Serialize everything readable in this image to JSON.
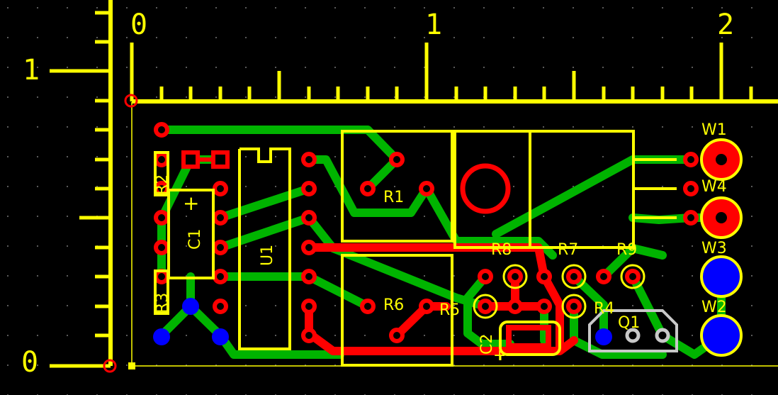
{
  "colors": {
    "background": "#000000",
    "silkscreen": "#ffff00",
    "top_copper": "#ff0000",
    "bottom_copper": "#00b400",
    "via": "#0000ff",
    "grid_dot": "#5a5a5a",
    "outline_gray": "#c8c8c8"
  },
  "rulers": {
    "top_labels": [
      "0",
      "1",
      "2"
    ],
    "left_labels": [
      "1",
      "0"
    ]
  },
  "labels": {
    "r1": "R1",
    "r6": "R6",
    "r5": "R5",
    "r8": "R8",
    "r7": "R7",
    "r9": "R9",
    "r4": "R4",
    "r2": "R2",
    "r3": "R3",
    "u1": "U1",
    "c1": "C1",
    "c1_plus": "+",
    "c2": "C2",
    "c2_plus": "+",
    "q1": "Q1",
    "w1": "W1",
    "w2": "W2",
    "w3": "W3",
    "w4": "W4"
  }
}
